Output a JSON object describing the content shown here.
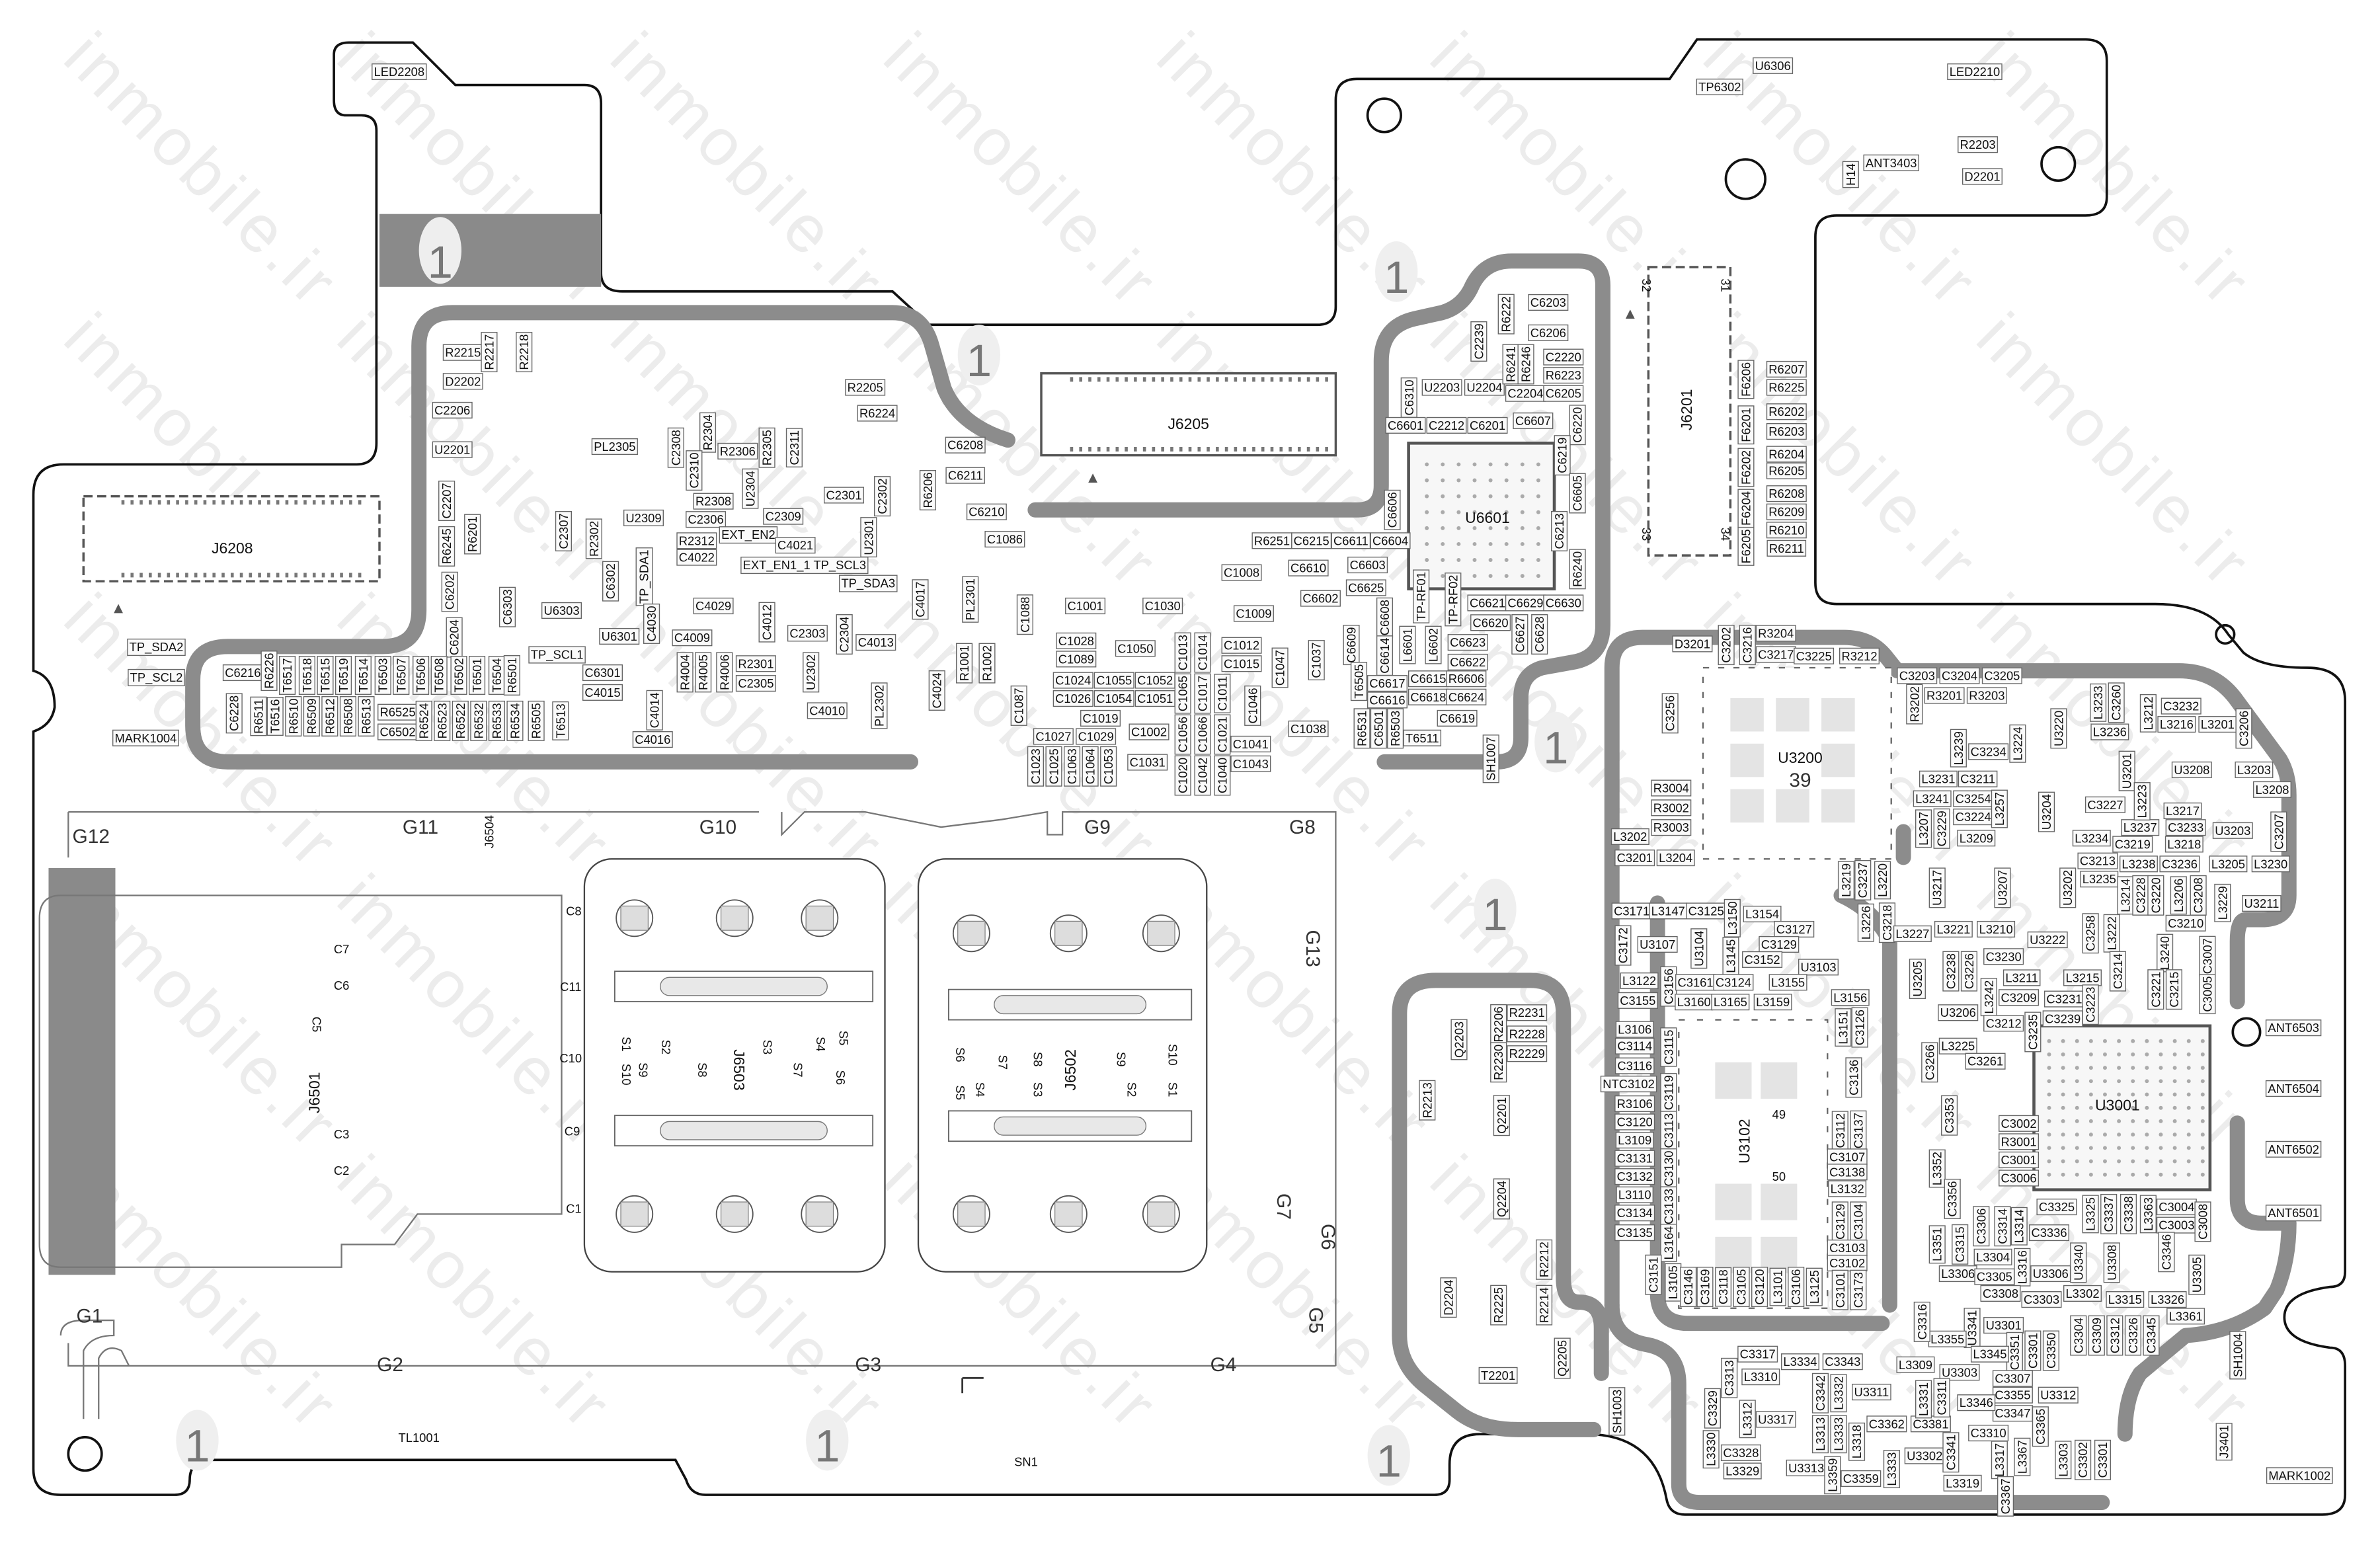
{
  "watermark": "inmobile.ir",
  "marker_one": "1",
  "connectors": {
    "j6208": "J6208",
    "j6205": "J6205",
    "j6201": "J6201",
    "j6201_pins": [
      "31",
      "32",
      "33",
      "34"
    ]
  },
  "chips": {
    "u6601": "U6601",
    "u3200": "U3200",
    "u3200_pad": "39",
    "u3102": "U3102",
    "u3102_pads": [
      "49",
      "50"
    ],
    "u3001": "U3001"
  },
  "sim_area": {
    "frame_labels": [
      "G12",
      "G11",
      "G10",
      "G9",
      "G8",
      "G13",
      "G7",
      "G6",
      "G5",
      "G1",
      "G2",
      "G3",
      "G4"
    ],
    "j6504": "J6504",
    "j6501": "J6501",
    "j6503": "J6503",
    "j6502": "J6502",
    "sd_contacts": [
      "C7",
      "C6",
      "C5",
      "C3",
      "C2"
    ],
    "side_contacts": [
      "C8",
      "C11",
      "C10",
      "C9",
      "C1"
    ],
    "sim_contacts_left": [
      "S1",
      "S2",
      "S3",
      "S4",
      "S5",
      "S9",
      "S8",
      "S7",
      "S6",
      "S10"
    ],
    "sim_contacts_right": [
      "S6",
      "S7",
      "S8",
      "S9",
      "S10",
      "S5",
      "S4",
      "S3",
      "S2",
      "S1"
    ],
    "tl1001": "TL1001",
    "sn1": "SN1"
  },
  "labels": [
    "LED2208",
    "R2215",
    "R2217",
    "R2218",
    "D2202",
    "C2206",
    "U2201",
    "PL2305",
    "C2308",
    "R2304",
    "C2310",
    "R2306",
    "R2305",
    "C2311",
    "U2304",
    "C2307",
    "U2309",
    "R2302",
    "R2308",
    "C2306",
    "C2309",
    "C2301",
    "C2302",
    "U2301",
    "EXT_EN2",
    "R2312",
    "C4022",
    "C4021",
    "EXT_EN1_1 TP_SCL3",
    "TP_SDA3",
    "R6245",
    "R6201",
    "C2207",
    "C6202",
    "C6204",
    "TP_SDA2",
    "TP_SCL2",
    "MARK1004",
    "C6303",
    "U6303",
    "C6302",
    "TP_SDA1",
    "U6301",
    "C4030",
    "TP_SCL1",
    "C6301",
    "C4015",
    "C4029",
    "C4009",
    "C4012",
    "C2303",
    "C2304",
    "C4013",
    "R4004",
    "R4005",
    "R4006",
    "R2301",
    "C2305",
    "U2302",
    "C4010",
    "C4014",
    "C4016",
    "PL2302",
    "C4024",
    "C4017",
    "PL2301",
    "R1001",
    "R1002",
    "C1088",
    "C1087",
    "C6210",
    "C1086",
    "C6208",
    "C6211",
    "R6206",
    "R2205",
    "R6224",
    "C1001",
    "C1030",
    "C1008",
    "C6610",
    "C6603",
    "C1009",
    "C6602",
    "C6625",
    "R6251",
    "C6215",
    "C6611",
    "C6604",
    "C1028",
    "C1089",
    "C1050",
    "C1024",
    "C1055",
    "C1052",
    "C1026",
    "C1054",
    "C1051",
    "C1019",
    "C1002",
    "C1027",
    "C1029",
    "C1031",
    "C1023",
    "C1025",
    "C1063",
    "C1064",
    "C1053",
    "C1020",
    "C1042",
    "C1040",
    "C1013",
    "C1014",
    "C1065",
    "C1017",
    "C1011",
    "C1056",
    "C1066",
    "C1021",
    "C1012",
    "C1015",
    "C1047",
    "C1037",
    "C1046",
    "C1041",
    "C1043",
    "C1038",
    "C6609",
    "C6608",
    "C6614",
    "L6601",
    "L6602",
    "TP-RF01",
    "TP-RF02",
    "C6621",
    "C6629",
    "C6630",
    "C6620",
    "C6623",
    "C6622",
    "C6627",
    "C6628",
    "R6240",
    "C6617",
    "C6615",
    "R6606",
    "C6616",
    "C6618",
    "C6624",
    "C6619",
    "R6531",
    "C6501",
    "R6503",
    "T6511",
    "T6505",
    "SH1007",
    "C6601",
    "C2212",
    "C6201",
    "C6607",
    "C6310",
    "U2203",
    "U2204",
    "C2239",
    "R6222",
    "C6203",
    "C6206",
    "R6241",
    "R6246",
    "C2220",
    "R6223",
    "C2204",
    "C6205",
    "C6220",
    "C6219",
    "C6605",
    "C6606",
    "C6213",
    "U6306",
    "TP6302",
    "LED2210",
    "R2203",
    "D2201",
    "ANT3403",
    "H14",
    "F6206",
    "R6207",
    "R6225",
    "F6201",
    "R6202",
    "R6203",
    "F6202",
    "R6204",
    "R6205",
    "F6204",
    "R6208",
    "R6209",
    "F6205",
    "R6210",
    "R6211",
    "C6216",
    "R6226",
    "T6517",
    "T6518",
    "T6515",
    "T6519",
    "T6514",
    "T6503",
    "T6507",
    "T6506",
    "T6508",
    "T6502",
    "T6501",
    "T6504",
    "R6501",
    "C6228",
    "R6511",
    "T6516",
    "R6510",
    "R6509",
    "R6512",
    "R6508",
    "R6513",
    "R6525",
    "C6502",
    "R6524",
    "R6523",
    "R6522",
    "R6532",
    "R6533",
    "R6534",
    "R6505",
    "T6513",
    "D3201",
    "C3202",
    "C3216",
    "R3204",
    "C3217",
    "C3225",
    "R3212",
    "C3256",
    "R3004",
    "R3002",
    "R3003",
    "L3202",
    "C3201",
    "L3204",
    "C3203",
    "C3204",
    "C3205",
    "R3202",
    "R3201",
    "R3203",
    "U3220",
    "L3233",
    "C3260",
    "L3236",
    "L3212",
    "C3232",
    "L3216",
    "L3201",
    "C3206",
    "L3239",
    "C3234",
    "L3224",
    "U3201",
    "U3208",
    "L3203",
    "L3208",
    "L3231",
    "C3211",
    "L3241",
    "C3254",
    "C3224",
    "L3257",
    "U3204",
    "L3217",
    "C3233",
    "L3237",
    "U3203",
    "C3207",
    "L3207",
    "C3229",
    "L3209",
    "C3227",
    "L3223",
    "L3234",
    "C3219",
    "L3218",
    "L3205",
    "L3230",
    "C3213",
    "L3238",
    "C3236",
    "L3235",
    "U3217",
    "U3207",
    "U3202",
    "L3219",
    "C3237",
    "L3220",
    "L3214",
    "C3228",
    "C3220",
    "L3206",
    "C3208",
    "L3229",
    "U3211",
    "C3210",
    "L3226",
    "C3218",
    "L3227",
    "L3221",
    "L3210",
    "U3222",
    "C3258",
    "L3222",
    "L3240",
    "C3007",
    "U3205",
    "C3238",
    "C3226",
    "C3230",
    "L3211",
    "L3215",
    "C3214",
    "L3242",
    "C3209",
    "C3231",
    "C3223",
    "C3212",
    "C3235",
    "C3239",
    "C3221",
    "C3215",
    "C3005",
    "U3206",
    "L3225",
    "C3261",
    "C3266",
    "C3002",
    "R3001",
    "C3001",
    "C3006",
    "ANT6503",
    "ANT6504",
    "ANT6502",
    "ANT6501",
    "C3353",
    "L3352",
    "C3356",
    "C3325",
    "L3325",
    "C3337",
    "C3338",
    "L3363",
    "C3004",
    "C3003",
    "C3008",
    "L3351",
    "C3315",
    "C3306",
    "C3314",
    "L3314",
    "C3336",
    "L3304",
    "U3340",
    "U3308",
    "C3346",
    "L3306",
    "C3305",
    "L3316",
    "U3306",
    "U3305",
    "C3308",
    "C3303",
    "L3302",
    "L3315",
    "L3326",
    "L3361",
    "U3341",
    "U3301",
    "C3351",
    "C3301",
    "C3350",
    "C3304",
    "C3309",
    "C3312",
    "C3326",
    "C3345",
    "C3317",
    "L3334",
    "C3343",
    "L3310",
    "C3313",
    "U3311",
    "U3317",
    "C3329",
    "L3330",
    "C3328",
    "L3329",
    "U3313",
    "C3359",
    "L3333",
    "U3302",
    "L3319",
    "C3362",
    "C3381",
    "L3309",
    "U3303",
    "L3345",
    "C3307",
    "C3355",
    "C3347",
    "L3346",
    "U3312",
    "C3310",
    "L3367",
    "L3303",
    "C3302",
    "C3301",
    "J3401",
    "MARK1002",
    "SH1004",
    "SH1003",
    "L3312",
    "C3342",
    "L3332",
    "L3313",
    "L3333",
    "L3318",
    "L3359",
    "L3331",
    "C3311",
    "C3341",
    "L3317",
    "C3365",
    "C3367",
    "L3355",
    "C3316",
    "C3171",
    "L3147",
    "C3125",
    "L3150",
    "L3154",
    "C3127",
    "C3129",
    "C3152",
    "U3103",
    "C3172",
    "U3107",
    "U3104",
    "L3145",
    "L3122",
    "C3156",
    "C3161",
    "C3124",
    "L3155",
    "C3155",
    "L3160",
    "L3165",
    "L3159",
    "L3156",
    "L3151",
    "C3126",
    "L3106",
    "C3114",
    "C3116",
    "C3115",
    "NTC3102",
    "C3119",
    "R3106",
    "C3120",
    "C3113",
    "L3109",
    "C3131",
    "C3130",
    "C3132",
    "L3110",
    "C3133",
    "C3134",
    "C3135",
    "L3164",
    "C3151",
    "L3105",
    "C3136",
    "C3112",
    "C3137",
    "C3107",
    "C3138",
    "L3132",
    "C3129",
    "C3104",
    "C3103",
    "C3102",
    "C3101",
    "C3173",
    "C3146",
    "C3169",
    "C3118",
    "C3105",
    "C3120",
    "L3101",
    "C3106",
    "L3125",
    "Q2203",
    "R2206",
    "R2231",
    "R2228",
    "R2230",
    "R2229",
    "R2213",
    "Q2201",
    "Q2204",
    "D2204",
    "R2225",
    "R2212",
    "R2214",
    "T2201",
    "Q2205"
  ]
}
